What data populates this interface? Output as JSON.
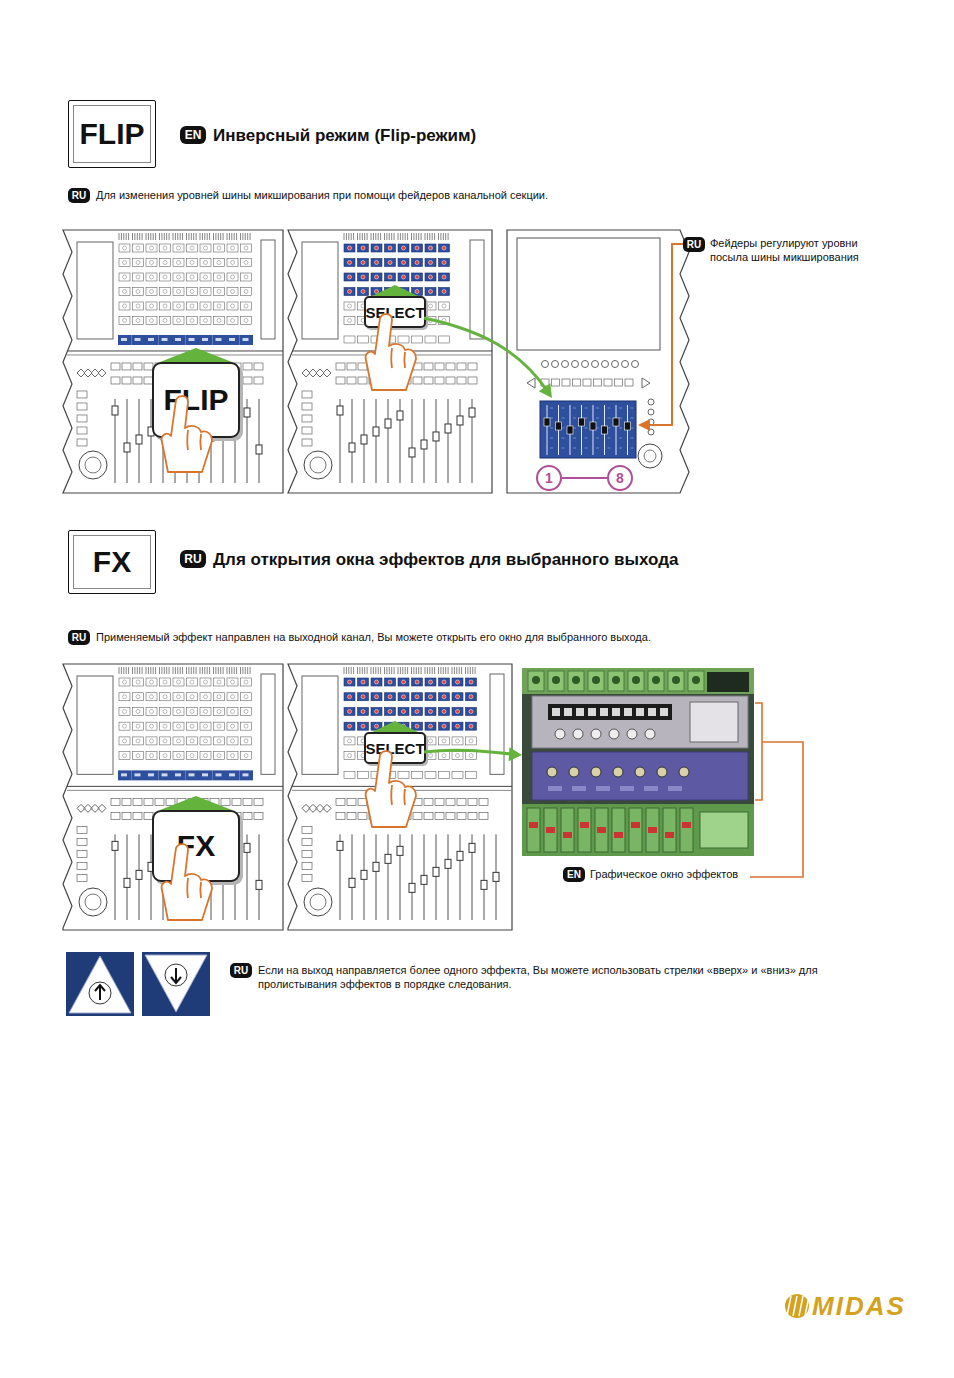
{
  "diagram": {
    "nodes": [
      {
        "text": [
          "FLIP"
        ]
      },
      {
        "text": [
          "EN"
        ]
      },
      {
        "text": [
          "RU"
        ]
      },
      {
        "text": [
          "FLIP"
        ]
      },
      {
        "text": [
          "SELECT"
        ]
      },
      {
        "text": [
          "RU"
        ]
      },
      {
        "text": [
          "1"
        ]
      },
      {
        "text": [
          "8"
        ]
      },
      {
        "text": [
          "FX"
        ]
      },
      {
        "text": [
          "RU"
        ]
      },
      {
        "text": [
          "RU"
        ]
      },
      {
        "text": [
          "FX"
        ]
      },
      {
        "text": [
          "SELECT"
        ]
      },
      {
        "text": [
          "EN"
        ]
      },
      {
        "text": [
          "RU"
        ]
      }
    ],
    "edges": [
      {
        "from": 6,
        "to": 7,
        "arrow": "none"
      }
    ],
    "labels": [
      "Инверсный режим (Flip-режим)",
      "Для изменения уровней шины микширования при помощи фейдеров канальной секции.",
      "Фейдеры регулируют уровни посыла шины микширования",
      "Для открытия окна эффектов для выбранного выхода",
      "Применяемый эффект направлен на выходной канал, Вы можете открыть его окно для выбранного выхода.",
      "Графическое окно эффектов",
      "Если на выход направляется более одного эффекта, Вы можете использовать стрелки «вверх» и «вниз» для пролистывания эффектов в порядке следования.",
      "MIDAS"
    ]
  }
}
